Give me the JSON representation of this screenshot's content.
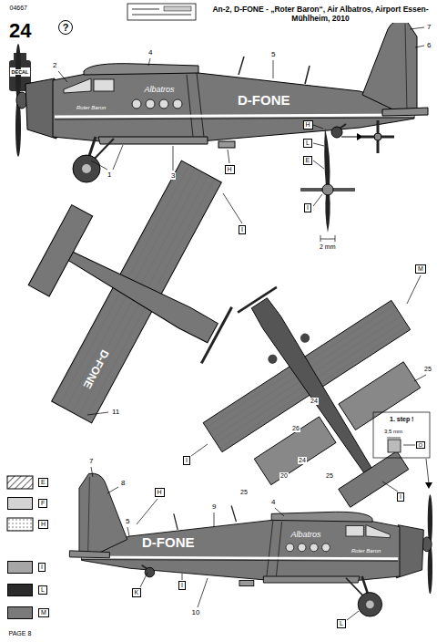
{
  "diagram": {
    "title": "An-2, D-FONE - „Roter Baron“, Air Albatros, Airport Essen-Mühlheim, 2010",
    "labels": [
      "04667",
      "24",
      "?",
      "DECAL",
      "2",
      "4",
      "5",
      "7",
      "6",
      "D-FONE",
      "Albatros",
      "Roter Baron",
      "1",
      "3",
      "H",
      "H",
      "L",
      "E",
      "I",
      "2 mm",
      "11",
      "D-FONE",
      "I",
      "M",
      "25",
      "24",
      "26",
      "24",
      "20",
      "25",
      "25",
      "I",
      "I",
      "7",
      "8",
      "5",
      "H",
      "9",
      "4",
      "D-FONE",
      "Albatros",
      "Roter Baron",
      "I",
      "K",
      "10",
      "L",
      "1. step !",
      "3,5 mm",
      "O",
      "PAGE 8"
    ],
    "legend": [
      {
        "text": "E"
      },
      {
        "text": "F",
        "color": "#d4d4d4"
      },
      {
        "text": "H"
      },
      {
        "text": "I",
        "color": "#a6a6a6"
      },
      {
        "text": "L",
        "color": "#2b2b2b"
      },
      {
        "text": "M",
        "color": "#7a7a7a"
      }
    ]
  }
}
